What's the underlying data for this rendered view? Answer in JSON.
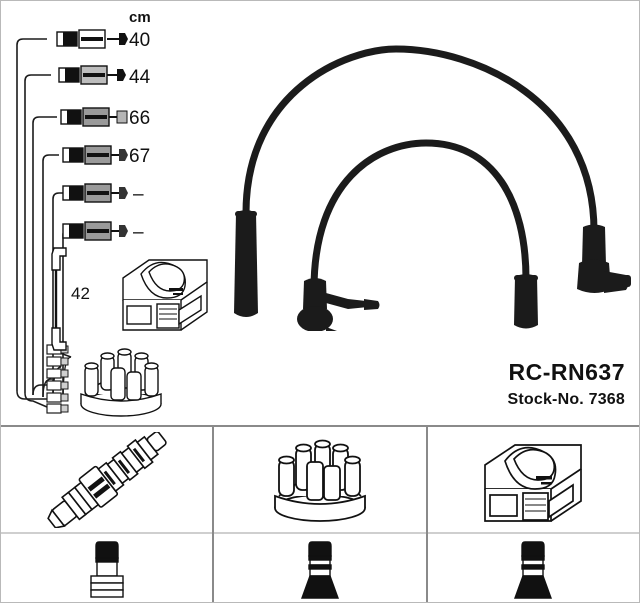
{
  "product": {
    "name": "RC-RN637",
    "stock_label": "Stock-No. 7368"
  },
  "measurements": {
    "unit_header": "cm",
    "rows": [
      {
        "index": 1,
        "length": "40"
      },
      {
        "index": 2,
        "length": "44"
      },
      {
        "index": 3,
        "length": "66"
      },
      {
        "index": 4,
        "length": "67"
      },
      {
        "index": 5,
        "length": "–"
      },
      {
        "index": 6,
        "length": "–"
      }
    ],
    "extra_cable": {
      "length": "42"
    }
  },
  "diagram": {
    "left_panel_name": "wire-set-length-diagram",
    "right_panel_name": "ignition-cable-photo",
    "components": [
      {
        "name": "ignition-coil",
        "label": ""
      },
      {
        "name": "distributor-cap",
        "label": ""
      }
    ]
  },
  "legend": {
    "panels": [
      {
        "id": "panel-spark-plug",
        "top_icon": "spark-plug-icon",
        "bottom_icon": "plug-boot-straight-icon"
      },
      {
        "id": "panel-distributor-cap",
        "top_icon": "distributor-cap-icon",
        "bottom_icon": "cap-boot-icon"
      },
      {
        "id": "panel-ignition-coil",
        "top_icon": "ignition-coil-icon",
        "bottom_icon": "coil-boot-icon"
      }
    ]
  },
  "colors": {
    "ink": "#111111",
    "cable": "#1b1b1b",
    "frame": "#8a8a8a",
    "background": "#ffffff"
  }
}
